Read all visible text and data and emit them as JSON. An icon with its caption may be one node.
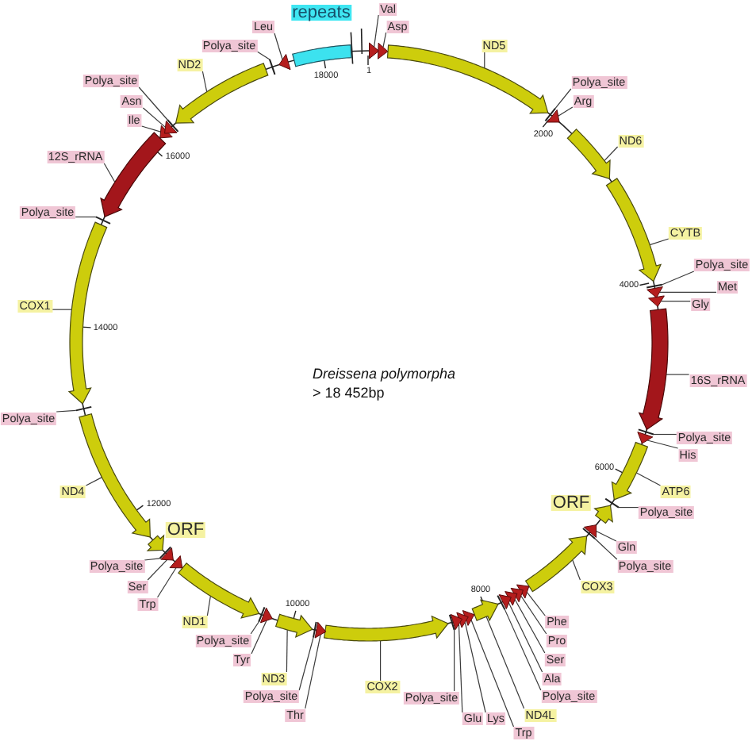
{
  "diagram": {
    "nodes": [
      {
        "text": [],
        "shape": "triangle"
      },
      {
        "text": [
          "Val"
        ]
      },
      {
        "text": [],
        "shape": "triangle"
      },
      {
        "text": [
          "Asp"
        ]
      },
      {
        "text": [],
        "shape": "arrow"
      },
      {
        "text": [
          "ND5"
        ]
      },
      {
        "text": [],
        "shape": "tick"
      },
      {
        "text": [
          "Polya_site"
        ]
      },
      {
        "text": [],
        "shape": "triangle"
      },
      {
        "text": [
          "Arg"
        ]
      },
      {
        "text": [],
        "shape": "arrow"
      },
      {
        "text": [
          "ND6"
        ]
      },
      {
        "text": [],
        "shape": "arrow"
      },
      {
        "text": [
          "CYTB"
        ]
      },
      {
        "text": [],
        "shape": "tick"
      },
      {
        "text": [
          "Polya_site"
        ]
      },
      {
        "text": [],
        "shape": "triangle"
      },
      {
        "text": [
          "Met"
        ]
      },
      {
        "text": [],
        "shape": "triangle"
      },
      {
        "text": [
          "Gly"
        ]
      },
      {
        "text": [],
        "shape": "arrow"
      },
      {
        "text": [
          "16S_rRNA"
        ]
      },
      {
        "text": [],
        "shape": "tick"
      },
      {
        "text": [
          "Polya_site"
        ]
      },
      {
        "text": [],
        "shape": "triangle"
      },
      {
        "text": [
          "His"
        ]
      },
      {
        "text": [],
        "shape": "arrow"
      },
      {
        "text": [
          "ATP6"
        ]
      },
      {
        "text": [],
        "shape": "tick"
      },
      {
        "text": [
          "Polya_site"
        ]
      },
      {
        "text": [],
        "shape": "arrow"
      },
      {
        "text": [
          "ORF"
        ]
      },
      {
        "text": [],
        "shape": "triangle"
      },
      {
        "text": [
          "Gln"
        ]
      },
      {
        "text": [],
        "shape": "tick"
      },
      {
        "text": [
          "Polya_site"
        ]
      },
      {
        "text": [],
        "shape": "arrow"
      },
      {
        "text": [
          "COX3"
        ]
      },
      {
        "text": [],
        "shape": "triangle"
      },
      {
        "text": [
          "Phe"
        ]
      },
      {
        "text": [],
        "shape": "triangle"
      },
      {
        "text": [
          "Pro"
        ]
      },
      {
        "text": [],
        "shape": "triangle"
      },
      {
        "text": [
          "Ser"
        ]
      },
      {
        "text": [],
        "shape": "triangle"
      },
      {
        "text": [
          "Ala"
        ]
      },
      {
        "text": [],
        "shape": "tick"
      },
      {
        "text": [
          "Polya_site"
        ]
      },
      {
        "text": [],
        "shape": "arrow"
      },
      {
        "text": [
          "ND4L"
        ]
      },
      {
        "text": [],
        "shape": "triangle"
      },
      {
        "text": [
          "Trp"
        ]
      },
      {
        "text": [],
        "shape": "triangle"
      },
      {
        "text": [
          "Lys"
        ]
      },
      {
        "text": [],
        "shape": "triangle"
      },
      {
        "text": [
          "Glu"
        ]
      },
      {
        "text": [],
        "shape": "tick"
      },
      {
        "text": [
          "Polya_site"
        ]
      },
      {
        "text": [],
        "shape": "arrow"
      },
      {
        "text": [
          "COX2"
        ]
      },
      {
        "text": [],
        "shape": "triangle"
      },
      {
        "text": [
          "Thr"
        ]
      },
      {
        "text": [],
        "shape": "tick"
      },
      {
        "text": [
          "Polya_site"
        ]
      },
      {
        "text": [],
        "shape": "arrow"
      },
      {
        "text": [
          "ND3"
        ]
      },
      {
        "text": [],
        "shape": "triangle"
      },
      {
        "text": [
          "Tyr"
        ]
      },
      {
        "text": [],
        "shape": "tick"
      },
      {
        "text": [
          "Polya_site"
        ]
      },
      {
        "text": [],
        "shape": "arrow"
      },
      {
        "text": [
          "ND1"
        ]
      },
      {
        "text": [],
        "shape": "triangle"
      },
      {
        "text": [
          "Trp"
        ]
      },
      {
        "text": [],
        "shape": "triangle"
      },
      {
        "text": [
          "Ser"
        ]
      },
      {
        "text": [],
        "shape": "tick"
      },
      {
        "text": [
          "Polya_site"
        ]
      },
      {
        "text": [],
        "shape": "arrow"
      },
      {
        "text": [
          "ORF"
        ]
      },
      {
        "text": [],
        "shape": "arrow"
      },
      {
        "text": [
          "ND4"
        ]
      },
      {
        "text": [],
        "shape": "tick"
      },
      {
        "text": [
          "Polya_site"
        ]
      },
      {
        "text": [],
        "shape": "arrow"
      },
      {
        "text": [
          "COX1"
        ]
      },
      {
        "text": [],
        "shape": "tick"
      },
      {
        "text": [
          "Polya_site"
        ]
      },
      {
        "text": [],
        "shape": "arrow"
      },
      {
        "text": [
          "12S_rRNA"
        ]
      },
      {
        "text": [],
        "shape": "triangle"
      },
      {
        "text": [
          "Ile"
        ]
      },
      {
        "text": [],
        "shape": "triangle"
      },
      {
        "text": [
          "Asn"
        ]
      },
      {
        "text": [],
        "shape": "tick"
      },
      {
        "text": [
          "Polya_site"
        ]
      },
      {
        "text": [],
        "shape": "arrow"
      },
      {
        "text": [
          "ND2"
        ]
      },
      {
        "text": [],
        "shape": "tick"
      },
      {
        "text": [
          "Polya_site"
        ]
      },
      {
        "text": [],
        "shape": "triangle"
      },
      {
        "text": [
          "Leu"
        ]
      },
      {
        "text": [],
        "shape": "bar"
      },
      {
        "text": [
          "repeats"
        ]
      }
    ],
    "edges": [
      {
        "from": 1,
        "to": 0,
        "arrow": "none"
      },
      {
        "from": 3,
        "to": 2,
        "arrow": "none"
      },
      {
        "from": 5,
        "to": 4,
        "arrow": "none"
      },
      {
        "from": 7,
        "to": 6,
        "arrow": "none"
      },
      {
        "from": 9,
        "to": 8,
        "arrow": "none"
      },
      {
        "from": 11,
        "to": 10,
        "arrow": "none"
      },
      {
        "from": 13,
        "to": 12,
        "arrow": "none"
      },
      {
        "from": 15,
        "to": 14,
        "arrow": "none"
      },
      {
        "from": 17,
        "to": 16,
        "arrow": "none"
      },
      {
        "from": 19,
        "to": 18,
        "arrow": "none"
      },
      {
        "from": 21,
        "to": 20,
        "arrow": "none"
      },
      {
        "from": 23,
        "to": 22,
        "arrow": "none"
      },
      {
        "from": 25,
        "to": 24,
        "arrow": "none"
      },
      {
        "from": 27,
        "to": 26,
        "arrow": "none"
      },
      {
        "from": 29,
        "to": 28,
        "arrow": "none"
      },
      {
        "from": 33,
        "to": 32,
        "arrow": "none"
      },
      {
        "from": 35,
        "to": 34,
        "arrow": "none"
      },
      {
        "from": 37,
        "to": 36,
        "arrow": "none"
      },
      {
        "from": 39,
        "to": 38,
        "arrow": "none"
      },
      {
        "from": 41,
        "to": 40,
        "arrow": "none"
      },
      {
        "from": 43,
        "to": 42,
        "arrow": "none"
      },
      {
        "from": 45,
        "to": 44,
        "arrow": "none"
      },
      {
        "from": 47,
        "to": 46,
        "arrow": "none"
      },
      {
        "from": 49,
        "to": 48,
        "arrow": "none"
      },
      {
        "from": 51,
        "to": 50,
        "arrow": "none"
      },
      {
        "from": 53,
        "to": 52,
        "arrow": "none"
      },
      {
        "from": 55,
        "to": 54,
        "arrow": "none"
      },
      {
        "from": 57,
        "to": 56,
        "arrow": "none"
      },
      {
        "from": 59,
        "to": 58,
        "arrow": "none"
      },
      {
        "from": 61,
        "to": 60,
        "arrow": "none"
      },
      {
        "from": 63,
        "to": 62,
        "arrow": "none"
      },
      {
        "from": 65,
        "to": 64,
        "arrow": "none"
      },
      {
        "from": 67,
        "to": 66,
        "arrow": "none"
      },
      {
        "from": 69,
        "to": 68,
        "arrow": "none"
      },
      {
        "from": 71,
        "to": 70,
        "arrow": "none"
      },
      {
        "from": 73,
        "to": 72,
        "arrow": "none"
      },
      {
        "from": 75,
        "to": 74,
        "arrow": "none"
      },
      {
        "from": 77,
        "to": 76,
        "arrow": "none"
      },
      {
        "from": 81,
        "to": 80,
        "arrow": "none"
      },
      {
        "from": 83,
        "to": 82,
        "arrow": "none"
      },
      {
        "from": 85,
        "to": 84,
        "arrow": "none"
      },
      {
        "from": 87,
        "to": 86,
        "arrow": "none"
      },
      {
        "from": 89,
        "to": 88,
        "arrow": "none"
      },
      {
        "from": 91,
        "to": 90,
        "arrow": "none"
      },
      {
        "from": 93,
        "to": 92,
        "arrow": "none"
      },
      {
        "from": 95,
        "to": 94,
        "arrow": "none"
      },
      {
        "from": 97,
        "to": 96,
        "arrow": "none"
      },
      {
        "from": 99,
        "to": 98,
        "arrow": "none"
      },
      {
        "from": 101,
        "to": 100,
        "arrow": "none"
      }
    ],
    "labels": [
      "1",
      "2000",
      "4000",
      "6000",
      "8000",
      "10000",
      "12000",
      "14000",
      "16000",
      "18000",
      "Dreissena polymorpha",
      "> 18 452bp"
    ]
  }
}
